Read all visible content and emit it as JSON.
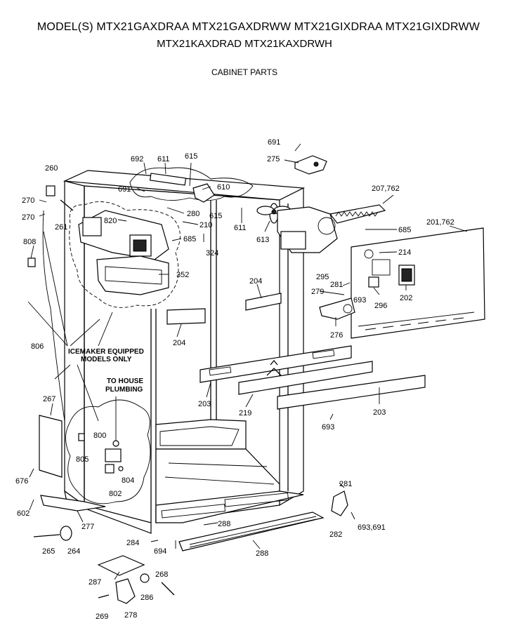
{
  "header": {
    "models_line1": "MODEL(S) MTX21GAXDRAA  MTX21GAXDRWW  MTX21GIXDRAA  MTX21GIXDRWW",
    "models_line2": "MTX21KAXDRAD  MTX21KAXDRWH",
    "section_title": "CABINET PARTS"
  },
  "notes": {
    "icemaker_line1": "ICEMAKER EQUIPPED",
    "icemaker_line2": "MODELS ONLY",
    "plumbing_line1": "TO HOUSE",
    "plumbing_line2": "PLUMBING"
  },
  "callouts": [
    "691",
    "275",
    "692",
    "611",
    "615",
    "260",
    "691",
    "610",
    "207,762",
    "270",
    "280",
    "270",
    "261",
    "615",
    "820",
    "210",
    "611",
    "685",
    "201,762",
    "808",
    "685",
    "324",
    "613",
    "214",
    "352",
    "295",
    "281",
    "204",
    "279",
    "693",
    "296",
    "202",
    "204",
    "276",
    "806",
    "203",
    "219",
    "203",
    "693",
    "267",
    "800",
    "805",
    "676",
    "804",
    "802",
    "281",
    "602",
    "288",
    "277",
    "284",
    "694",
    "282",
    "693,691",
    "288",
    "265",
    "264",
    "287",
    "268",
    "286",
    "269",
    "278"
  ]
}
